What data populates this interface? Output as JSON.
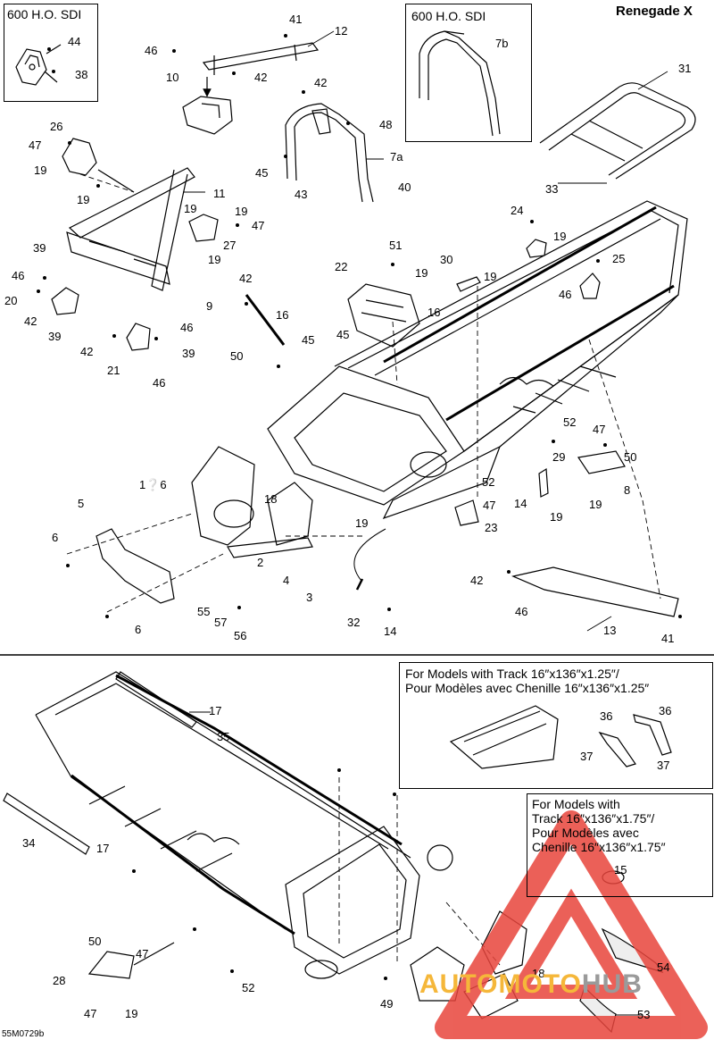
{
  "header": {
    "model": "Renegade X"
  },
  "insets": {
    "top_left_title": "600 H.O. SDI",
    "top_mid_title": "600 H.O. SDI",
    "track125_line1": "For Models with Track 16″x136″x1.25″/",
    "track125_line2": "Pour Modèles avec Chenille 16″x136″x1.25″",
    "track175_line1": "For Models with",
    "track175_line2": "Track 16″x136″x1.75″/",
    "track175_line3": "Pour Modèles avec",
    "track175_line4": "Chenille 16″x136″x1.75″"
  },
  "callouts": [
    "44",
    "38",
    "46",
    "41",
    "12",
    "42",
    "10",
    "7b",
    "31",
    "42",
    "48",
    "7a",
    "45",
    "43",
    "40",
    "33",
    "26",
    "47",
    "19",
    "19",
    "11",
    "19",
    "19",
    "47",
    "27",
    "19",
    "51",
    "22",
    "30",
    "19",
    "19",
    "24",
    "19",
    "25",
    "46",
    "39",
    "46",
    "20",
    "42",
    "39",
    "42",
    "9",
    "16",
    "16",
    "45",
    "45",
    "50",
    "46",
    "42",
    "21",
    "39",
    "46",
    "1❔6",
    "18",
    "5",
    "6",
    "6",
    "2",
    "4",
    "3",
    "55",
    "57",
    "56",
    "19",
    "32",
    "14",
    "52",
    "52",
    "47",
    "29",
    "50",
    "19",
    "47",
    "8",
    "14",
    "19",
    "23",
    "42",
    "46",
    "13",
    "41",
    "17",
    "35",
    "34",
    "17",
    "36",
    "36",
    "37",
    "37",
    "15",
    "28",
    "50",
    "47",
    "47",
    "19",
    "52",
    "49",
    "18",
    "54",
    "53"
  ],
  "footer": {
    "drawing_code": "55M0729b"
  },
  "watermark": {
    "part1": "AUTO",
    "part2": "MOTO",
    "part3": "HUB"
  },
  "colors": {
    "watermark_red": "#e8453c",
    "watermark_yellow": "#f5b73a",
    "watermark_gray": "#9a9a9a"
  }
}
